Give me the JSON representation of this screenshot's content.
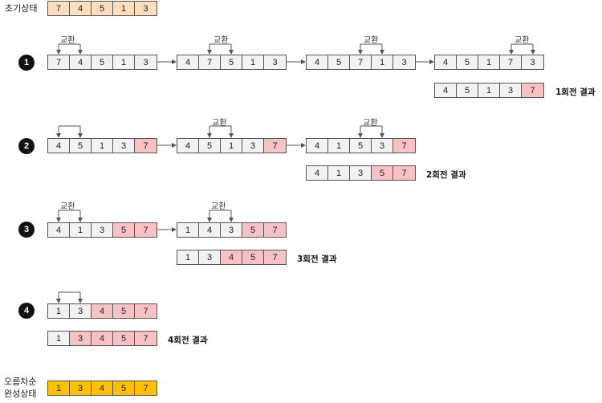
{
  "initial_label": "초기상태",
  "initial": [
    {
      "v": "7",
      "c": "peach"
    },
    {
      "v": "4",
      "c": "peach"
    },
    {
      "v": "5",
      "c": "peach"
    },
    {
      "v": "1",
      "c": "peach"
    },
    {
      "v": "3",
      "c": "peach"
    }
  ],
  "swap_label": "교환",
  "rounds": [
    {
      "badge": "1",
      "result_label": "1회전 결과",
      "steps": [
        [
          {
            "v": "7"
          },
          {
            "v": "4"
          },
          {
            "v": "5"
          },
          {
            "v": "1"
          },
          {
            "v": "3"
          }
        ],
        [
          {
            "v": "4"
          },
          {
            "v": "7"
          },
          {
            "v": "5"
          },
          {
            "v": "1"
          },
          {
            "v": "3"
          }
        ],
        [
          {
            "v": "4"
          },
          {
            "v": "5"
          },
          {
            "v": "7"
          },
          {
            "v": "1"
          },
          {
            "v": "3"
          }
        ],
        [
          {
            "v": "4"
          },
          {
            "v": "5"
          },
          {
            "v": "1"
          },
          {
            "v": "7"
          },
          {
            "v": "3"
          }
        ]
      ],
      "result": [
        {
          "v": "4"
        },
        {
          "v": "5"
        },
        {
          "v": "1"
        },
        {
          "v": "3"
        },
        {
          "v": "7",
          "c": "pink"
        }
      ]
    },
    {
      "badge": "2",
      "result_label": "2회전 결과",
      "steps": [
        [
          {
            "v": "4"
          },
          {
            "v": "5"
          },
          {
            "v": "1"
          },
          {
            "v": "3"
          },
          {
            "v": "7",
            "c": "pink"
          }
        ],
        [
          {
            "v": "4"
          },
          {
            "v": "5"
          },
          {
            "v": "1"
          },
          {
            "v": "3"
          },
          {
            "v": "7",
            "c": "pink"
          }
        ],
        [
          {
            "v": "4"
          },
          {
            "v": "1"
          },
          {
            "v": "5"
          },
          {
            "v": "3"
          },
          {
            "v": "7",
            "c": "pink"
          }
        ]
      ],
      "result": [
        {
          "v": "4"
        },
        {
          "v": "1"
        },
        {
          "v": "3"
        },
        {
          "v": "5",
          "c": "pink"
        },
        {
          "v": "7",
          "c": "pink"
        }
      ]
    },
    {
      "badge": "3",
      "result_label": "3회전 결과",
      "steps": [
        [
          {
            "v": "4"
          },
          {
            "v": "1"
          },
          {
            "v": "3"
          },
          {
            "v": "5",
            "c": "pink"
          },
          {
            "v": "7",
            "c": "pink"
          }
        ],
        [
          {
            "v": "1"
          },
          {
            "v": "4"
          },
          {
            "v": "3"
          },
          {
            "v": "5",
            "c": "pink"
          },
          {
            "v": "7",
            "c": "pink"
          }
        ]
      ],
      "result": [
        {
          "v": "1"
        },
        {
          "v": "3"
        },
        {
          "v": "4",
          "c": "pink"
        },
        {
          "v": "5",
          "c": "pink"
        },
        {
          "v": "7",
          "c": "pink"
        }
      ]
    },
    {
      "badge": "4",
      "result_label": "4회전 결과",
      "steps": [
        [
          {
            "v": "1"
          },
          {
            "v": "3"
          },
          {
            "v": "4",
            "c": "pink"
          },
          {
            "v": "5",
            "c": "pink"
          },
          {
            "v": "7",
            "c": "pink"
          }
        ]
      ],
      "result": [
        {
          "v": "1"
        },
        {
          "v": "3",
          "c": "pink"
        },
        {
          "v": "4",
          "c": "pink"
        },
        {
          "v": "5",
          "c": "pink"
        },
        {
          "v": "7",
          "c": "pink"
        }
      ]
    }
  ],
  "final_label_line1": "오름차순",
  "final_label_line2": "완성상태",
  "final": [
    {
      "v": "1",
      "c": "gold"
    },
    {
      "v": "3",
      "c": "gold"
    },
    {
      "v": "4",
      "c": "gold"
    },
    {
      "v": "5",
      "c": "gold"
    },
    {
      "v": "7",
      "c": "gold"
    }
  ],
  "colors": {
    "normal": "#f2f2f2",
    "sorted": "#f8c2c4",
    "initial": "#fbdfbe",
    "final": "#ffc000"
  }
}
